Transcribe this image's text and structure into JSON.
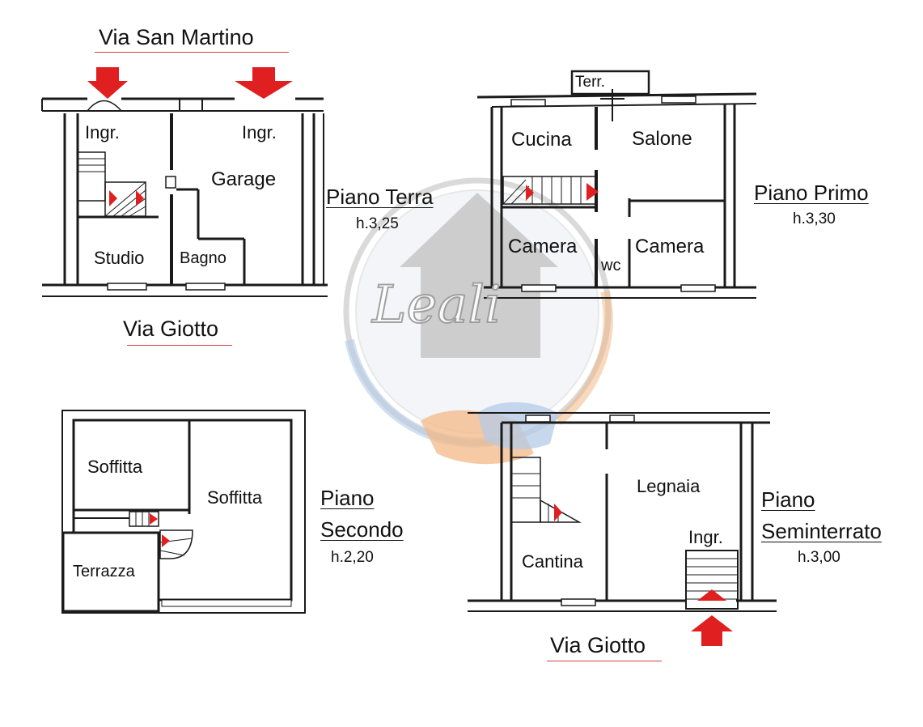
{
  "streets": {
    "top": "Via San Martino",
    "bottom_left": "Via Giotto",
    "bottom_right": "Via Giotto"
  },
  "floors": {
    "terra": {
      "name": "Piano Terra",
      "height": "h.3,25",
      "rooms": {
        "ingr_1": "Ingr.",
        "ingr_2": "Ingr.",
        "garage": "Garage",
        "studio": "Studio",
        "bagno": "Bagno"
      }
    },
    "primo": {
      "name": "Piano Primo",
      "height": "h.3,30",
      "rooms": {
        "terr": "Terr.",
        "cucina": "Cucina",
        "salone": "Salone",
        "camera_1": "Camera",
        "camera_2": "Camera",
        "wc": "wc"
      }
    },
    "secondo": {
      "name_line1": "Piano",
      "name_line2": "Secondo",
      "height": "h.2,20",
      "rooms": {
        "soffitta_1": "Soffitta",
        "soffitta_2": "Soffitta",
        "terrazza": "Terrazza"
      }
    },
    "seminterrato": {
      "name_line1": "Piano",
      "name_line2": "Seminterrato",
      "height": "h.3,00",
      "rooms": {
        "legnaia": "Legnaia",
        "ingr": "Ingr.",
        "cantina": "Cantina"
      }
    }
  },
  "watermark": {
    "text": "Leali"
  },
  "colors": {
    "wall": "#1a1a1a",
    "arrow": "#e02020",
    "street_underline": "#d04040",
    "watermark_gray": "#c8c8c8",
    "watermark_blue": "#aec6e4",
    "watermark_orange": "#f2b27a"
  }
}
